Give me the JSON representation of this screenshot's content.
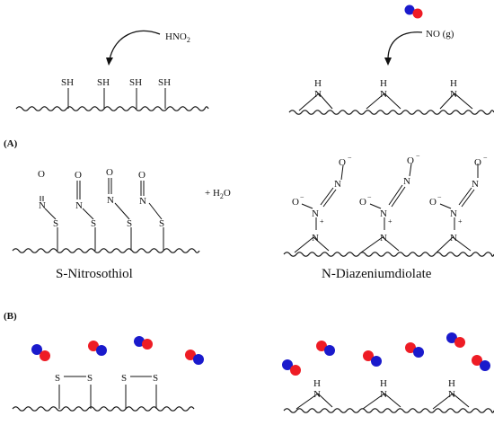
{
  "reagents": {
    "nitrous_acid": "HNO",
    "nitrous_acid_sub": "2",
    "nitric_oxide": "NO (g)",
    "water": "+ H",
    "water_sub": "2",
    "water_end": "O"
  },
  "atoms": {
    "sulfhydryl": "SH",
    "amine_H": "H",
    "N": "N",
    "S": "S",
    "O": "O"
  },
  "charges": {
    "minus": "−",
    "plus": "+"
  },
  "sections": {
    "a": "(A)",
    "b": "(B)"
  },
  "products": {
    "left": "S-Nitrosothiol",
    "right": "N-Diazeniumdiolate"
  },
  "colors": {
    "oxygen": "#ee1c25",
    "nitrogen": "#1a1acc",
    "ink": "#111111"
  }
}
